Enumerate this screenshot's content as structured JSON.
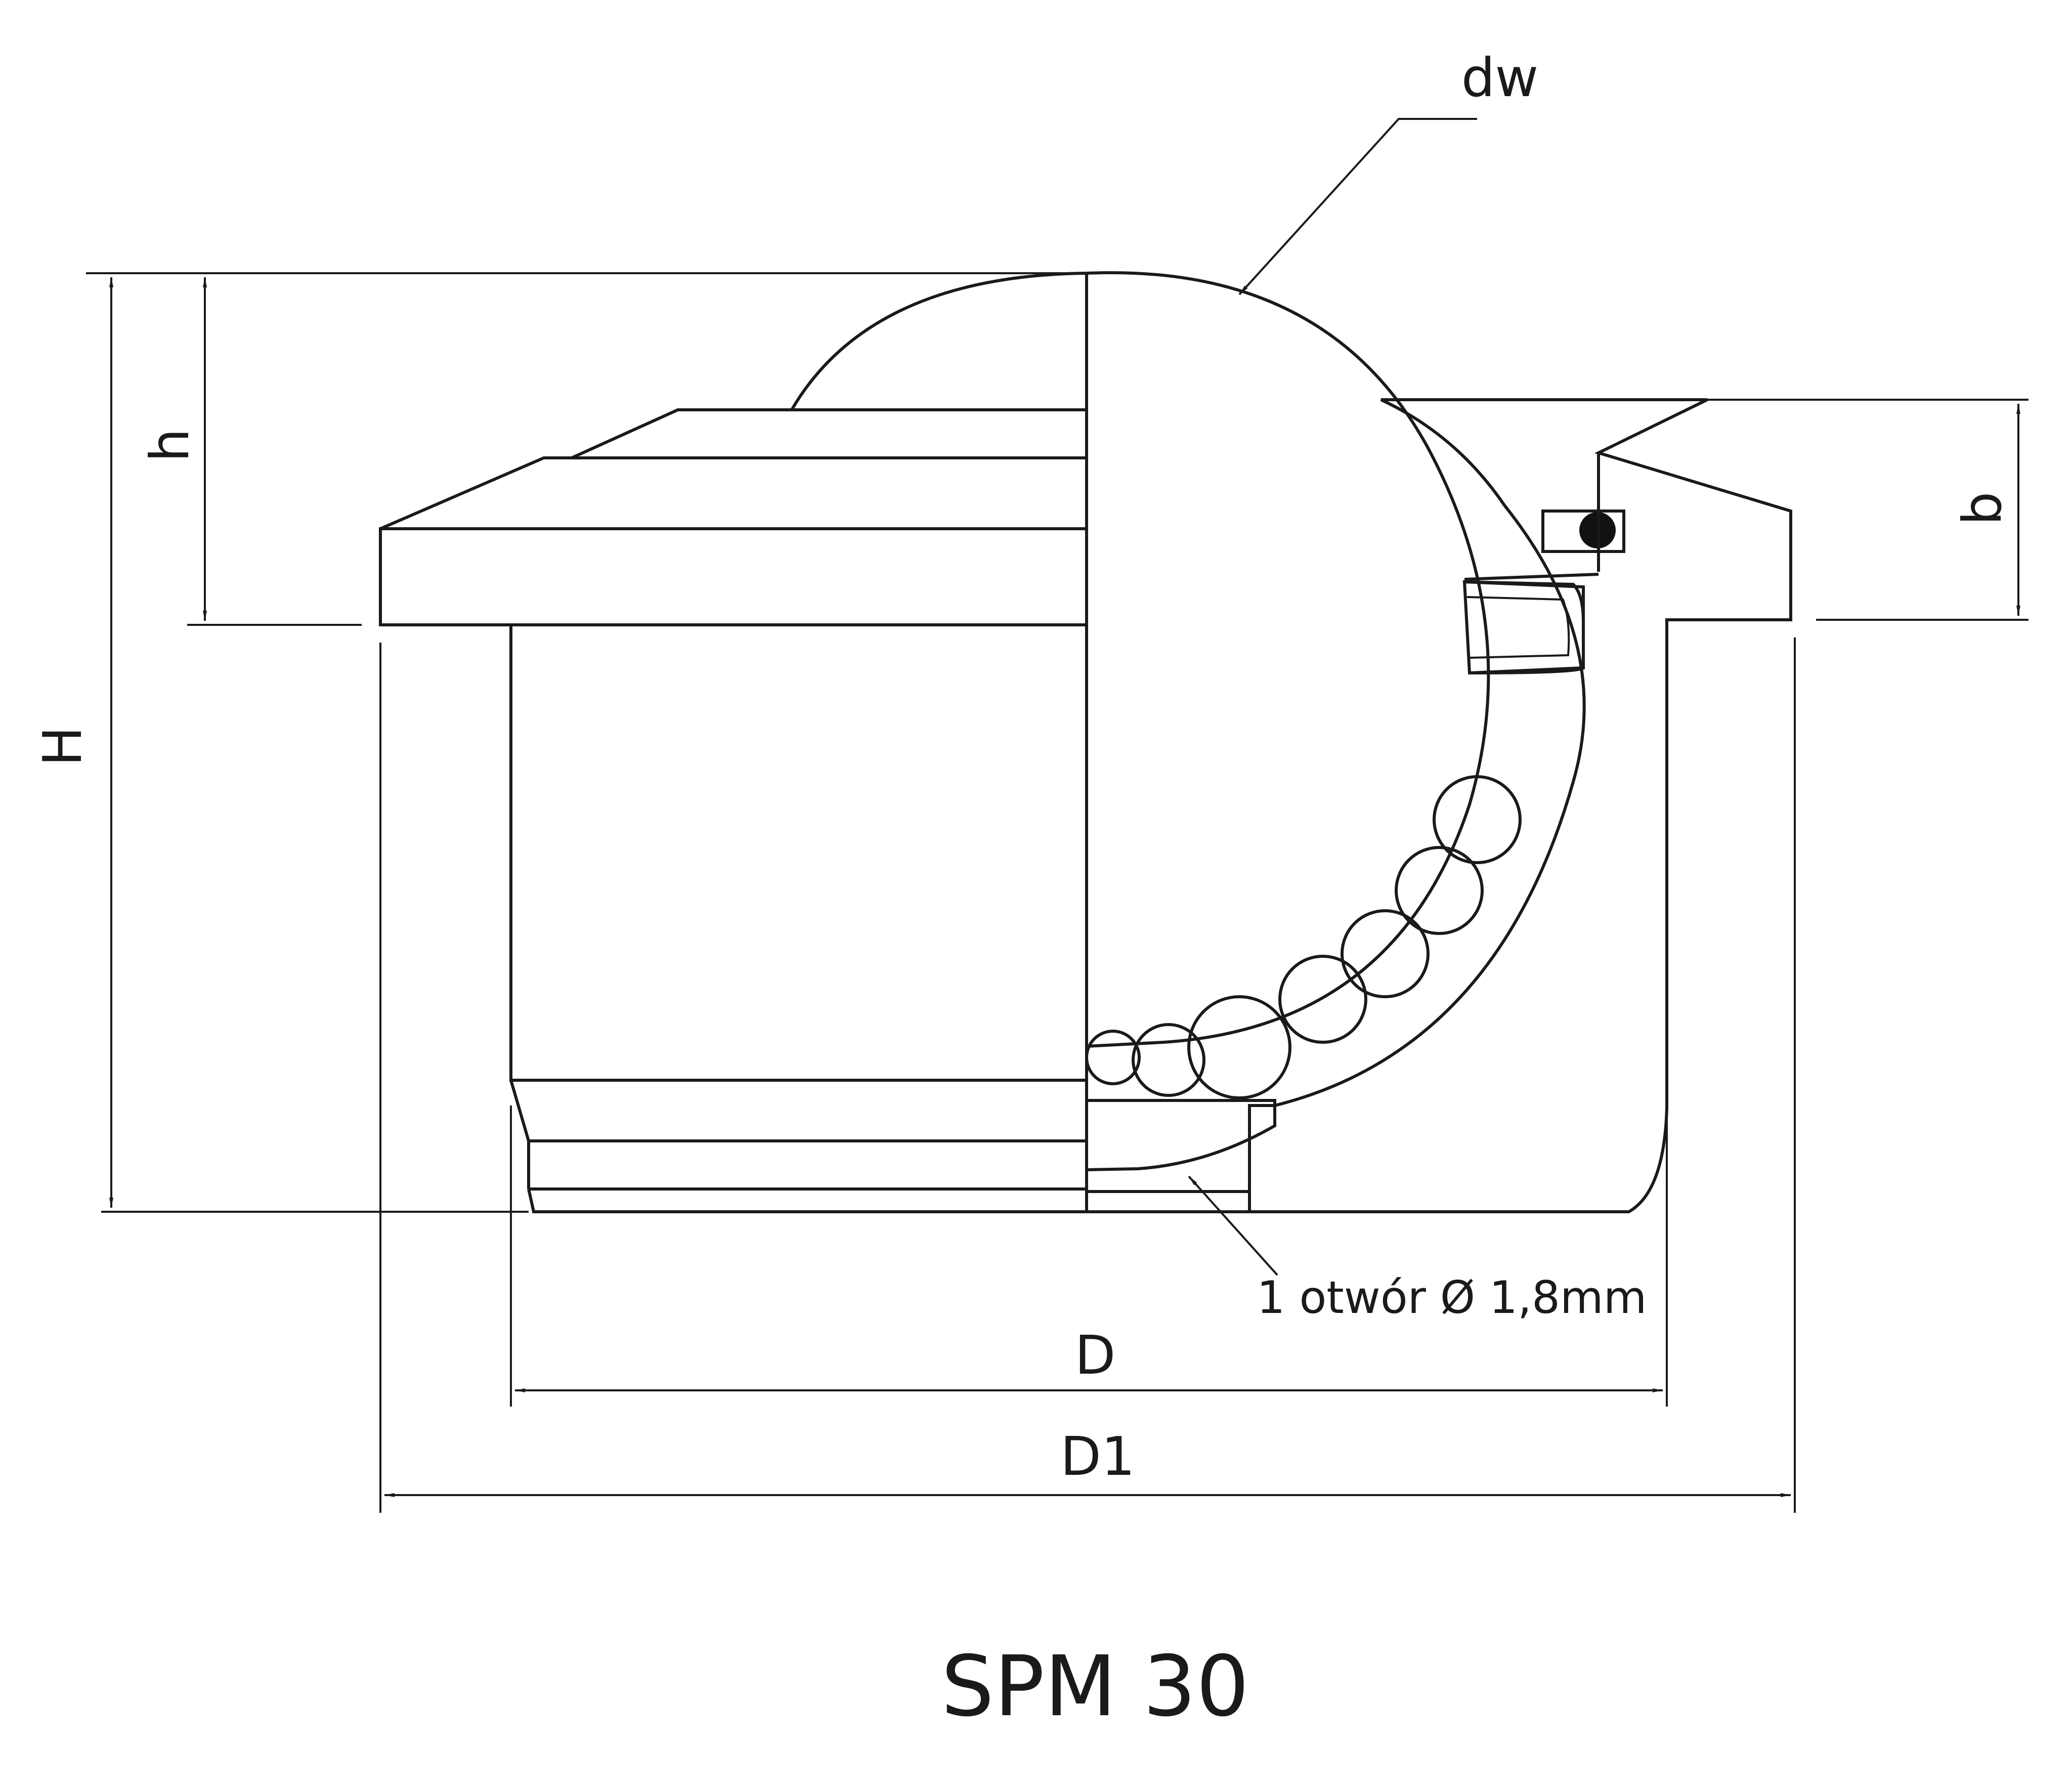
{
  "diagram": {
    "title": "SPM 30",
    "labels": {
      "dw": "dw",
      "h": "h",
      "H": "H",
      "b": "b",
      "D": "D",
      "D1": "D1",
      "hole_note": "1 otwór Ø 1,8mm"
    }
  }
}
